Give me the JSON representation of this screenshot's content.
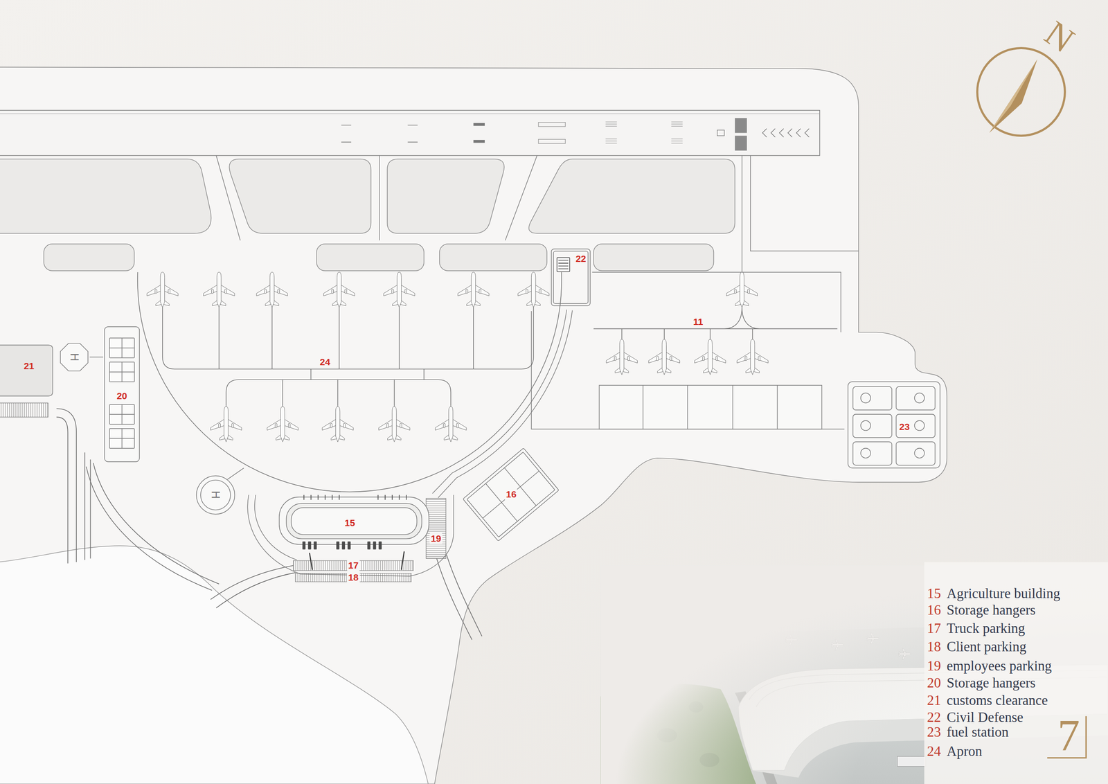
{
  "diagram": {
    "nodes": [
      {
        "text": [
          "24"
        ]
      },
      {
        "text": [
          "22"
        ]
      },
      {
        "text": [
          "20"
        ]
      },
      {
        "text": [
          "21"
        ]
      },
      {
        "text": [
          "H"
        ]
      },
      {
        "text": [
          "23"
        ]
      },
      {
        "text": [
          "H"
        ]
      },
      {
        "text": [
          "16"
        ]
      },
      {
        "text": [
          "15"
        ]
      }
    ],
    "labels": [
      "N",
      "11",
      "19",
      "17",
      "18",
      "15",
      "Agriculture building",
      "16",
      "Storage hangers",
      "17",
      "Truck parking",
      "18",
      "Client parking",
      "19",
      "employees parking",
      "20",
      "Storage hangers",
      "21",
      "customs clearance",
      "22",
      "Civil Defense",
      "23",
      "fuel station",
      "24",
      "Apron",
      "7"
    ]
  }
}
